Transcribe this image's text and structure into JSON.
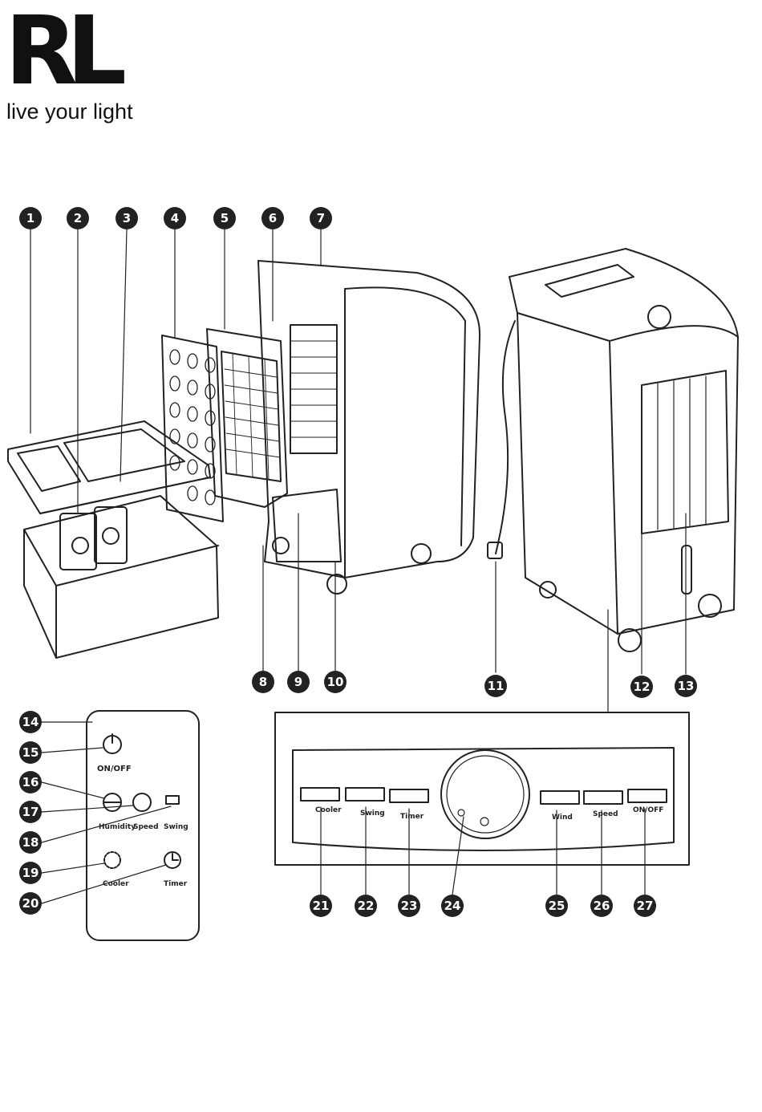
{
  "brand": {
    "logo_text": "RL",
    "tagline": "live your light"
  },
  "callouts": [
    "1",
    "2",
    "3",
    "4",
    "5",
    "6",
    "7",
    "8",
    "9",
    "10",
    "11",
    "12",
    "13",
    "14",
    "15",
    "16",
    "17",
    "18",
    "19",
    "20",
    "21",
    "22",
    "23",
    "24",
    "25",
    "26",
    "27"
  ],
  "remote": {
    "power_label": "ON/OFF",
    "humidity_label": "Humidity",
    "speed_label": "Speed",
    "swing_label": "Swing",
    "cooler_label": "Cooler",
    "timer_label": "Timer"
  },
  "panel": {
    "cooler_label": "Cooler",
    "swing_label": "Swing",
    "timer_label": "Timer",
    "wind_label": "Wind",
    "speed_label": "Speed",
    "onoff_label": "ON/OFF"
  }
}
